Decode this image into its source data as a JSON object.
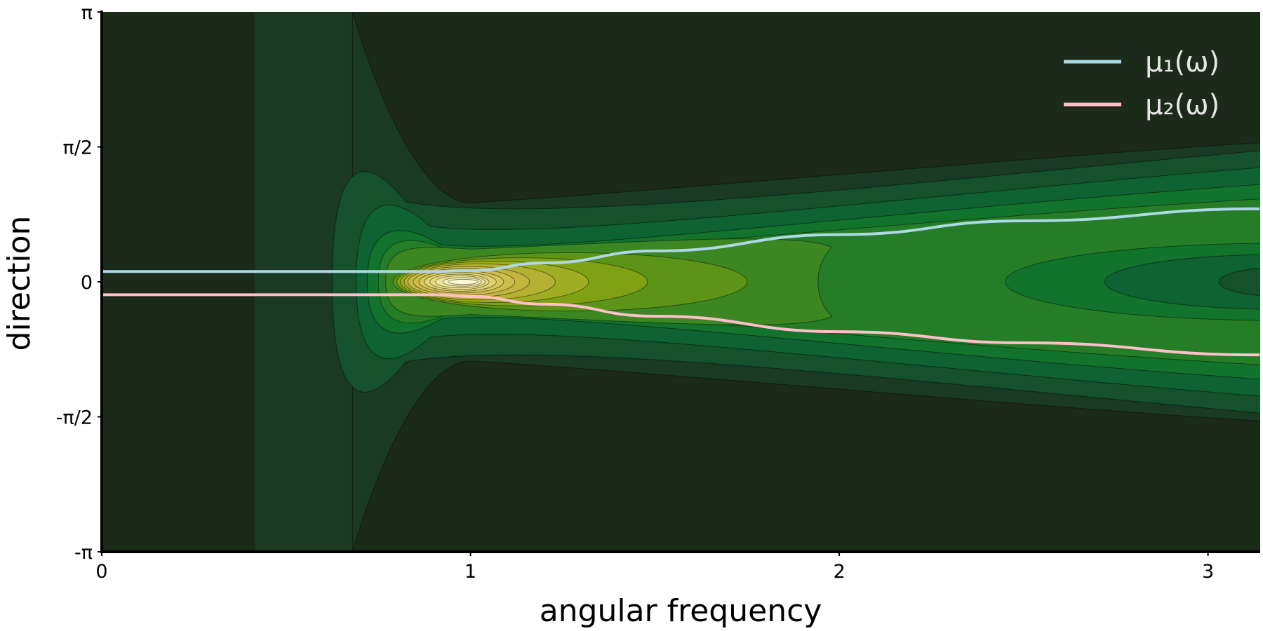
{
  "chart_data": {
    "type": "contour",
    "xlabel": "angular frequency",
    "ylabel": "direction",
    "xlim": [
      0,
      3.14159
    ],
    "ylim": [
      -3.14159,
      3.14159
    ],
    "x_ticks": [
      {
        "value": 0,
        "label": "0"
      },
      {
        "value": 1,
        "label": "1"
      },
      {
        "value": 2,
        "label": "2"
      },
      {
        "value": 3,
        "label": "3"
      }
    ],
    "y_ticks": [
      {
        "value": -3.14159,
        "label": "-π"
      },
      {
        "value": -1.5708,
        "label": "-π/2"
      },
      {
        "value": 0,
        "label": "0"
      },
      {
        "value": 1.5708,
        "label": "π/2"
      },
      {
        "value": 3.14159,
        "label": "π"
      }
    ],
    "grid": false,
    "legend_position": "top-right",
    "background_color": "#1c2a1a",
    "level_colors": [
      "#1c2a1a",
      "#1b3a24",
      "#14512c",
      "#0f6231",
      "#12732c",
      "#257e27",
      "#3c8722",
      "#5c9418",
      "#7fa214",
      "#9fad23",
      "#b5b133",
      "#c3b540",
      "#cdbd4d",
      "#d6c65c",
      "#dfd16e",
      "#e7db82",
      "#eee59a",
      "#f5efb6",
      "#fbf8d2"
    ],
    "series": [
      {
        "name": "μ₁(ω)",
        "color": "#add8e6",
        "x": [
          0,
          0.5,
          0.9,
          1.0,
          1.2,
          1.5,
          2.0,
          2.5,
          3.14
        ],
        "y": [
          0.12,
          0.12,
          0.12,
          0.13,
          0.22,
          0.36,
          0.55,
          0.71,
          0.85
        ]
      },
      {
        "name": "μ₂(ω)",
        "color": "#ffc0cb",
        "x": [
          0,
          0.5,
          0.9,
          1.0,
          1.2,
          1.5,
          2.0,
          2.5,
          3.14
        ],
        "y": [
          -0.15,
          -0.15,
          -0.15,
          -0.17,
          -0.26,
          -0.4,
          -0.58,
          -0.71,
          -0.85
        ]
      }
    ]
  }
}
